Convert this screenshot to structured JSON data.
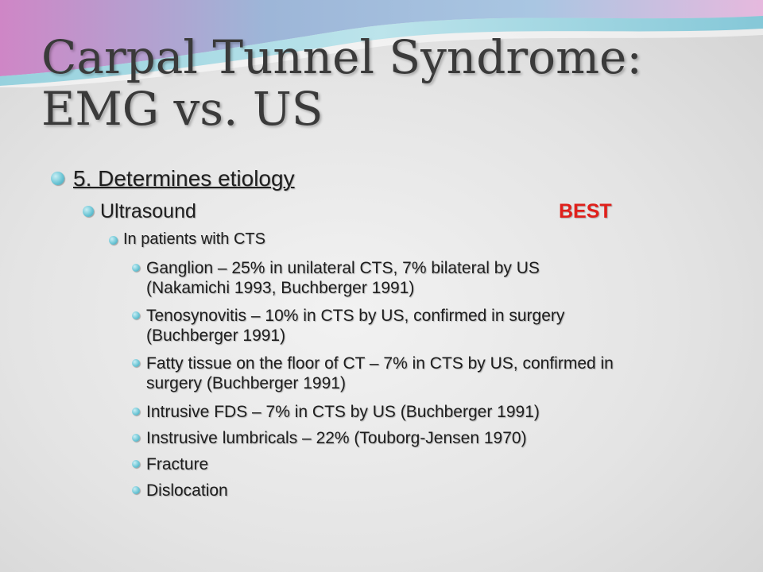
{
  "slide": {
    "title_line1": "Carpal Tunnel Syndrome:",
    "title_line2": "EMG vs. US",
    "level1": "5.  Determines etiology",
    "level2": "Ultrasound",
    "best_label": "BEST",
    "level3": "In patients with CTS",
    "items": [
      {
        "line1": "Ganglion – 25% in unilateral CTS, 7% bilateral by US",
        "line2": "(Nakamichi 1993, Buchberger 1991)"
      },
      {
        "line1": "Tenosynovitis – 10% in CTS by US, confirmed in surgery",
        "line2": "(Buchberger 1991)"
      },
      {
        "line1": "Fatty tissue on the floor of CT – 7% in CTS by US, confirmed in",
        "line2": "surgery (Buchberger 1991)"
      },
      {
        "line1": "Intrusive FDS – 7% in CTS by US (Buchberger 1991)"
      },
      {
        "line1": "Instrusive lumbricals – 22% (Touborg-Jensen 1970)"
      },
      {
        "line1": "Fracture"
      },
      {
        "line1": "Dislocation"
      }
    ]
  },
  "colors": {
    "best": "#e0201b",
    "bullet": "#6ec6d6",
    "wave_pink": "#c98fc4",
    "wave_blue": "#8fd0de"
  }
}
